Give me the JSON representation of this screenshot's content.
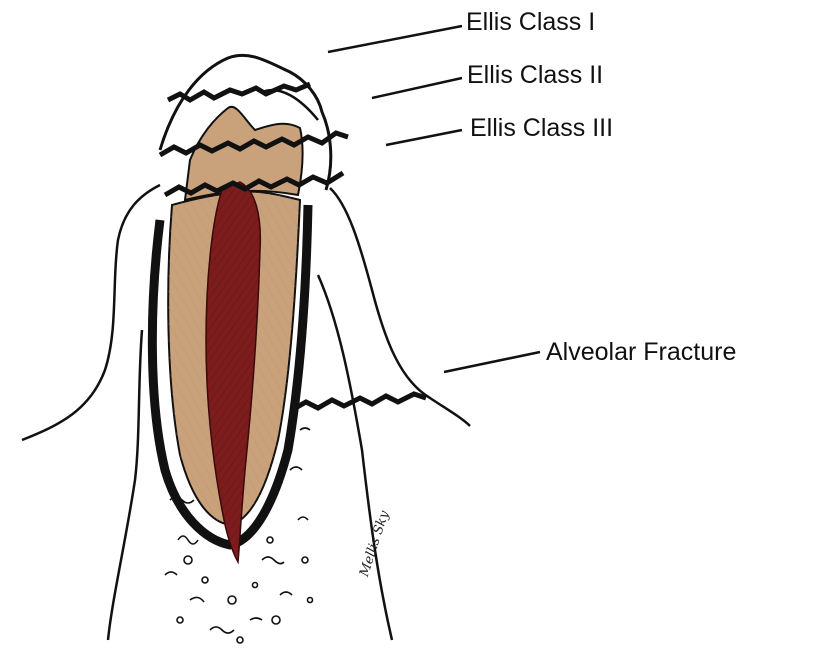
{
  "labels": {
    "class_1": "Ellis Class I",
    "class_2": "Ellis Class II",
    "class_3": "Ellis Class III",
    "alveolar": "Alveolar Fracture"
  },
  "signature": "Mellis Sky",
  "colors": {
    "ink": "#111111",
    "dentin": "#c9a27c",
    "dentin_shadow": "#a47c55",
    "pulp": "#7d1c1c",
    "background": "#ffffff"
  }
}
